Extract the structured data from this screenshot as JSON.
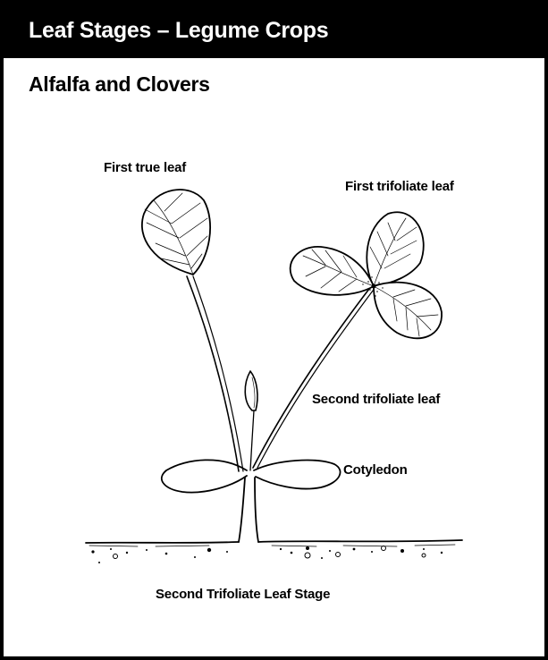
{
  "header": {
    "title": "Leaf Stages – Legume Crops"
  },
  "subtitle": "Alfalfa and Clovers",
  "labels": {
    "first_true_leaf": "First true leaf",
    "first_trifoliate_leaf": "First trifoliate leaf",
    "second_trifoliate_leaf": "Second trifoliate leaf",
    "cotyledon": "Cotyledon"
  },
  "caption": "Second Trifoliate Leaf Stage",
  "colors": {
    "header_bg": "#000000",
    "header_text": "#ffffff",
    "ink": "#000000",
    "background": "#ffffff"
  }
}
